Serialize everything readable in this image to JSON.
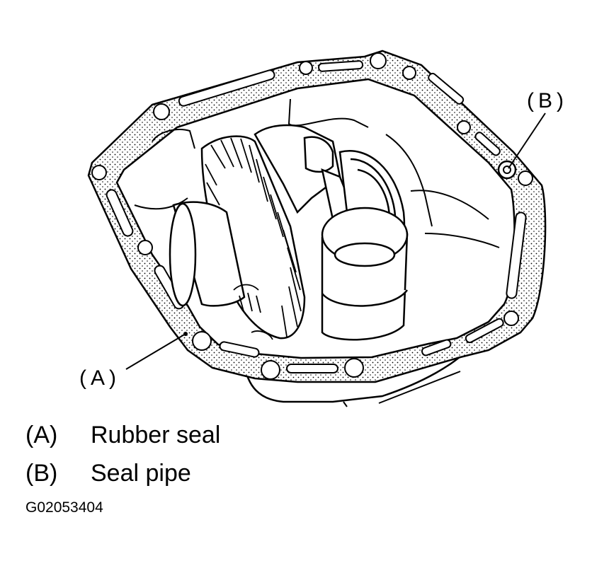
{
  "callouts": {
    "a": "(A)",
    "b": "(B)"
  },
  "legend": [
    {
      "key": "(A)",
      "label": "Rubber seal"
    },
    {
      "key": "(B)",
      "label": "Seal pipe"
    }
  ],
  "figure_code": "G02053404",
  "colors": {
    "line": "#000000",
    "background": "#ffffff"
  }
}
